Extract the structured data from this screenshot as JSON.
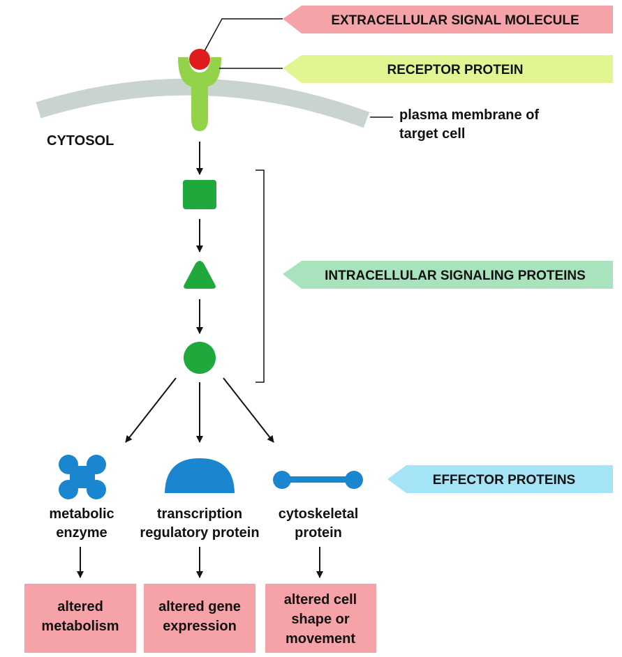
{
  "colors": {
    "membrane": "#c9d4cf",
    "receptor": "#93d34a",
    "signal": "#e01b1b",
    "signaling": "#1fa83c",
    "effector": "#1a86cf",
    "banner_signal": "#f5a3a8",
    "banner_receptor": "#e1f593",
    "banner_signaling": "#a9e3be",
    "banner_effector": "#a5e3f7",
    "outcome_box": "#f5a3a8"
  },
  "banners": {
    "signal_molecule": "EXTRACELLULAR SIGNAL MOLECULE",
    "receptor_protein": "RECEPTOR PROTEIN",
    "intracellular_signaling": "INTRACELLULAR SIGNALING PROTEINS",
    "effector_proteins": "EFFECTOR PROTEINS"
  },
  "labels": {
    "membrane_line1": "plasma membrane of",
    "membrane_line2": "target cell",
    "cytosol": "CYTOSOL"
  },
  "effectors": [
    {
      "line1": "metabolic",
      "line2": "enzyme"
    },
    {
      "line1": "transcription",
      "line2": "regulatory protein"
    },
    {
      "line1": "cytoskeletal",
      "line2": "protein"
    }
  ],
  "outcomes": [
    {
      "line1": "altered",
      "line2": "metabolism"
    },
    {
      "line1": "altered gene",
      "line2": "expression"
    },
    {
      "line1": "altered cell",
      "line2": "shape or",
      "line3": "movement"
    }
  ]
}
